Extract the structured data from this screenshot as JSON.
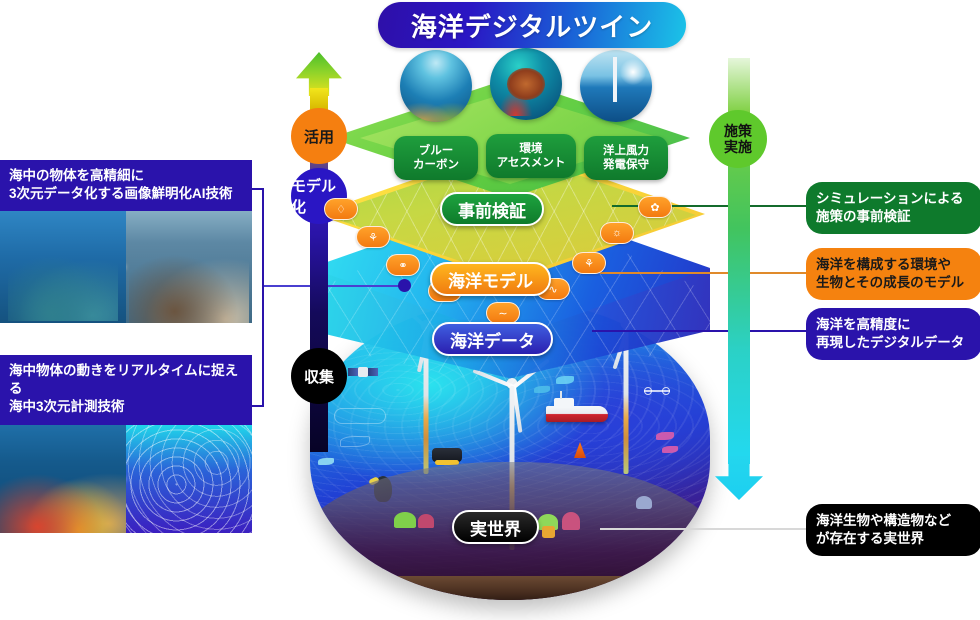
{
  "title": "海洋デジタルツイン",
  "left_arrow": {
    "name": "data-flow-arrow-up",
    "steps": [
      {
        "label": "活用",
        "color": "#f57f10"
      },
      {
        "label": "モデル化",
        "color": "#2a16c4"
      },
      {
        "label": "収集",
        "color": "#000000"
      }
    ]
  },
  "right_arrow": {
    "label_line1": "施策",
    "label_line2": "実施",
    "color": "#5fc92c"
  },
  "top_photos": [
    {
      "name": "blue-carbon-photo",
      "alt": "seagrass and coral reef"
    },
    {
      "name": "environmental-assessment-photo",
      "alt": "sea turtle over coral"
    },
    {
      "name": "offshore-wind-photo",
      "alt": "offshore wind turbine at sunrise"
    }
  ],
  "category_pills": [
    {
      "line1": "ブルー",
      "line2": "カーボン"
    },
    {
      "line1": "環境",
      "line2": "アセスメント"
    },
    {
      "line1": "洋上風力",
      "line2": "発電保守"
    }
  ],
  "layers": [
    {
      "label": "事前検証",
      "style": "green"
    },
    {
      "label": "海洋モデル",
      "style": "orange"
    },
    {
      "label": "海洋データ",
      "style": "blue"
    },
    {
      "label": "実世界",
      "style": "black"
    }
  ],
  "left_cards": [
    {
      "heading": "海中の物体を高精細に\n3次元データ化する画像鮮明化AI技術",
      "heading_line1": "海中の物体を高精細に",
      "heading_line2": "3次元データ化する画像鮮明化AI技術",
      "before_alt": "blurry underwater coral",
      "after_alt": "sharpened underwater coral"
    },
    {
      "heading_line1": "海中物体の動きをリアルタイムに捉える",
      "heading_line2": "海中3次元計測技術",
      "before_alt": "colorful coral reef with fish",
      "after_alt": "3D point-cloud measurement of reef"
    }
  ],
  "right_callouts": [
    {
      "line1": "シミュレーションによる",
      "line2": "施策の事前検証",
      "style": "green"
    },
    {
      "line1": "海洋を構成する環境や",
      "line2": "生物とその成長のモデル",
      "style": "orange"
    },
    {
      "line1": "海洋を高精度に",
      "line2": "再現したデジタルデータ",
      "style": "blue"
    },
    {
      "line1": "海洋生物や構造物など",
      "line2": "が存在する実世界",
      "style": "black"
    }
  ],
  "colors": {
    "title_gradient_start": "#2e0fa8",
    "title_gradient_end": "#1bc4e8",
    "green": "#0e7a2c",
    "orange": "#f5820f",
    "navy": "#2a13ab",
    "black": "#000000",
    "cyan": "#22d9f2"
  }
}
